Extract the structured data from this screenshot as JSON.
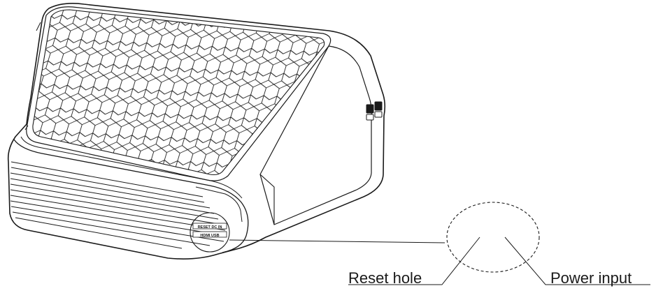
{
  "callouts": {
    "reset_label": "Reset hole",
    "power_label": "Power input"
  },
  "device_port_labels": {
    "top_row": "RESET DC IN",
    "bottom_row": "HDMI USB"
  },
  "colors": {
    "line": "#1a1a1a",
    "background": "#ffffff"
  }
}
